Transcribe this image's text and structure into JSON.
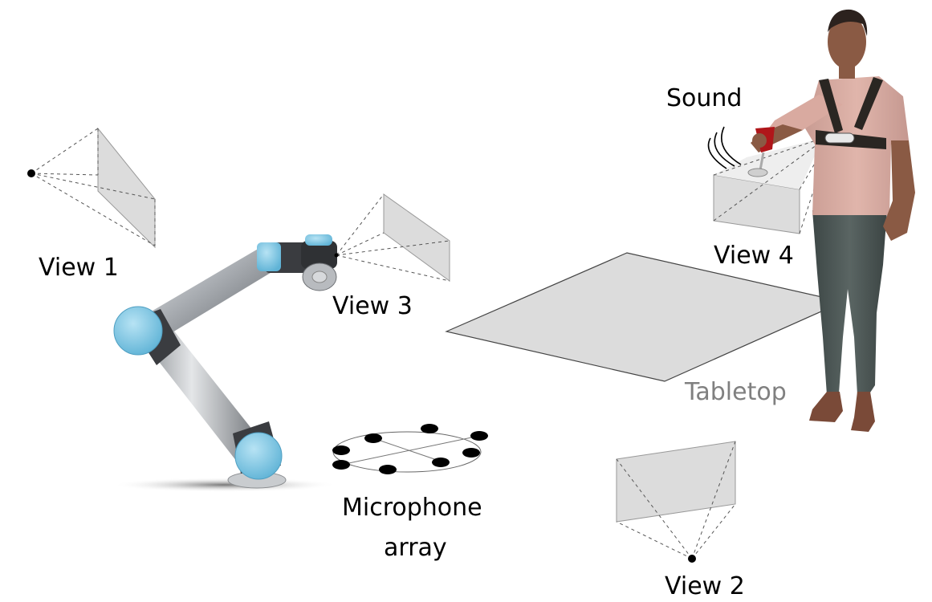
{
  "figure": {
    "labels": {
      "view1": "View 1",
      "view2": "View 2",
      "view3": "View 3",
      "view4": "View 4",
      "sound": "Sound",
      "tabletop": "Tabletop",
      "microphone_line1": "Microphone",
      "microphone_line2": "array"
    },
    "colors": {
      "plane_fill": "#dcdcdc",
      "robot_joint_blue": "#8fcfe8",
      "robot_link_gray": "#b8bcc0",
      "robot_dark": "#3a3c40",
      "shirt": "#d9aaa0",
      "skin": "#8a5a44",
      "pants": "#4a5553",
      "harness": "#2a2622",
      "cup_red": "#b0161a",
      "tabletop_label": "#808080"
    },
    "icons": {
      "robot": "robot-arm-icon",
      "human": "human-figure-icon",
      "cup": "cup-icon",
      "sound_waves": "sound-waves-icon",
      "chest_camera": "chest-camera-icon"
    }
  }
}
